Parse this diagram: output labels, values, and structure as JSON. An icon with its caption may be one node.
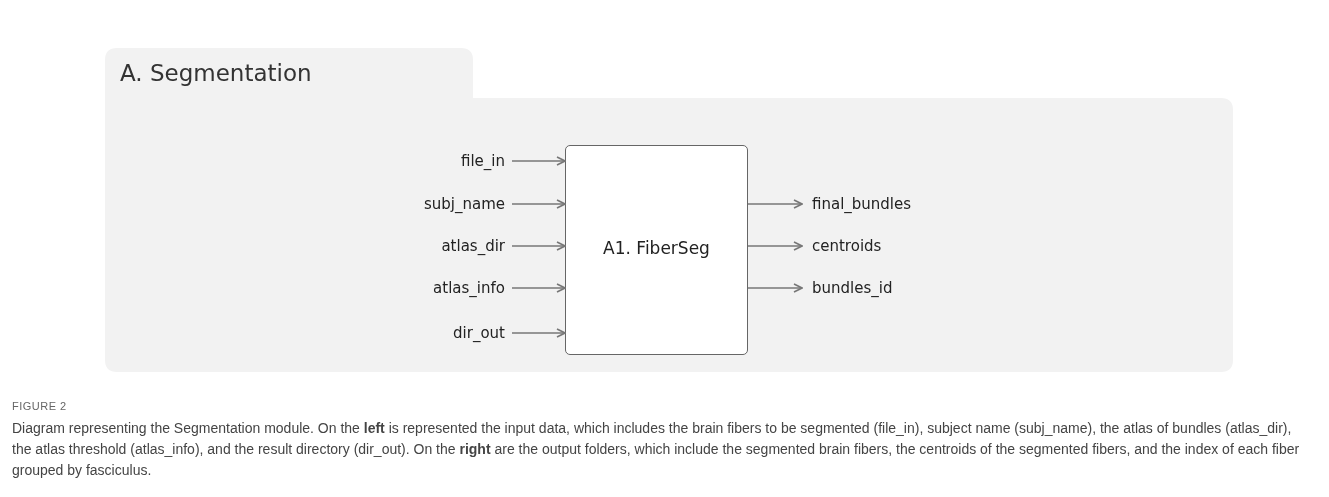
{
  "diagram": {
    "caption": "Diagram representing the Segmentation module. On the **left** is represented the input data, which includes the brain fibers to be segmented (file_in), subject name (subj_name), the atlas of bundles (atlas_dir), the atlas threshold (atlas_info), and the result directory (dir_out). On the **right** are the output folders, which include the segmented brain fibers, the centroids of the segmented fibers, and the index of each fiber grouped by fasciculus.",
    "nodes": [
      {
        "text": [
          "A. Segmentation"
        ]
      },
      {
        "text": [
          "A1. FiberSeg"
        ],
        "in": 0
      },
      {
        "text": [
          "file_in"
        ],
        "in": 0
      },
      {
        "text": [
          "subj_name"
        ],
        "in": 0
      },
      {
        "text": [
          "atlas_dir"
        ],
        "in": 0
      },
      {
        "text": [
          "atlas_info"
        ],
        "in": 0
      },
      {
        "text": [
          "dir_out"
        ],
        "in": 0
      },
      {
        "text": [
          "final_bundles"
        ],
        "in": 0
      },
      {
        "text": [
          "centroids"
        ],
        "in": 0
      },
      {
        "text": [
          "bundles_id"
        ],
        "in": 0
      }
    ],
    "edges": [
      {
        "from": 2,
        "to": 1,
        "arrow": "to"
      },
      {
        "from": 3,
        "to": 1,
        "arrow": "to"
      },
      {
        "from": 4,
        "to": 1,
        "arrow": "to"
      },
      {
        "from": 5,
        "to": 1,
        "arrow": "to"
      },
      {
        "from": 6,
        "to": 1,
        "arrow": "to"
      },
      {
        "from": 1,
        "to": 7,
        "arrow": "to"
      },
      {
        "from": 1,
        "to": 8,
        "arrow": "to"
      },
      {
        "from": 1,
        "to": 9,
        "arrow": "to"
      }
    ],
    "labels": [
      "FIGURE 2"
    ]
  }
}
